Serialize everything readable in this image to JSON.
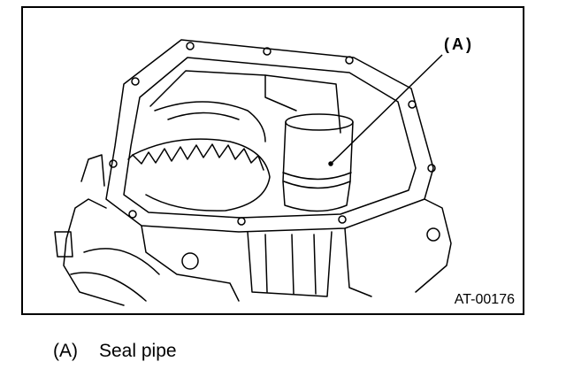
{
  "figure": {
    "callout": "(A)",
    "figure_id": "AT-00176"
  },
  "legend": {
    "key": "(A)",
    "text": "Seal pipe"
  }
}
